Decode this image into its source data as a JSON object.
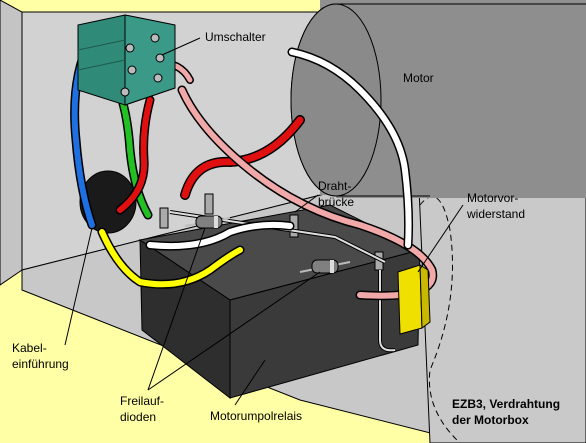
{
  "labels": {
    "umschalter": "Umschalter",
    "motor": "Motor",
    "draht_1": "Draht-",
    "draht_2": "brücke",
    "motorvor_1": "Motorvor-",
    "motorvor_2": "widerstand",
    "kabel_1": "Kabel-",
    "kabel_2": "einführung",
    "freilauf_1": "Freilauf-",
    "freilauf_2": "dioden",
    "relais": "Motorumpolrelais"
  },
  "caption": {
    "line1": "EZB3, Verdrahtung",
    "line2": "der Motorbox"
  },
  "colors": {
    "background": "#ffffa6",
    "box_wall": "#cfcfcf",
    "motor": "#8a8a8a",
    "relay": "#3a3a3a",
    "switch": "#2f8a78",
    "wire_blue": "#1e6fe0",
    "wire_red": "#e01010",
    "wire_green": "#22c022",
    "wire_pink": "#f0a8a8",
    "wire_yellow": "#ffff00",
    "wire_white": "#ffffff",
    "resistor": "#f0e000"
  }
}
